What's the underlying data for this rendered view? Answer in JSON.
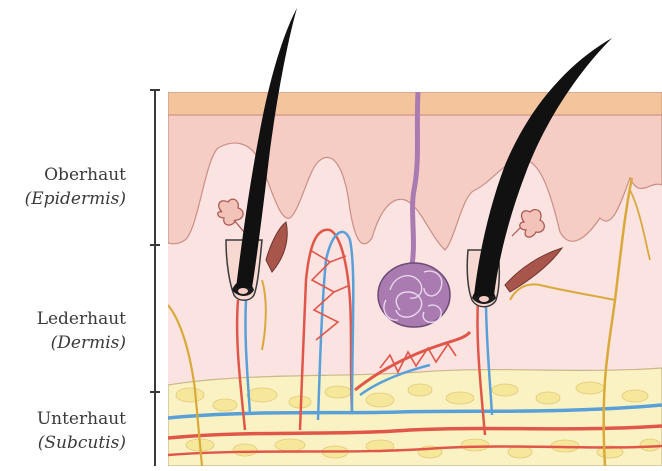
{
  "layers": [
    {
      "id": "epidermis",
      "name": "Oberhaut",
      "latin": "(Epidermis)"
    },
    {
      "id": "dermis",
      "name": "Lederhaut",
      "latin": "(Dermis)"
    },
    {
      "id": "subcutis",
      "name": "Unterhaut",
      "latin": "(Subcutis)"
    }
  ],
  "colors": {
    "stratum_corneum": "#f4c59c",
    "epidermis": "#f6cdc4",
    "dermis": "#fae3e1",
    "subcutis": "#fbf2c4",
    "fat_cells": "#f6e89a",
    "hair": "#111111",
    "artery": "#e0574a",
    "vein": "#5aa0d8",
    "nerve": "#d9a93a",
    "sweat_gland": "#a97bb0",
    "muscle": "#a8564c",
    "outline": "#3a3a3a"
  }
}
